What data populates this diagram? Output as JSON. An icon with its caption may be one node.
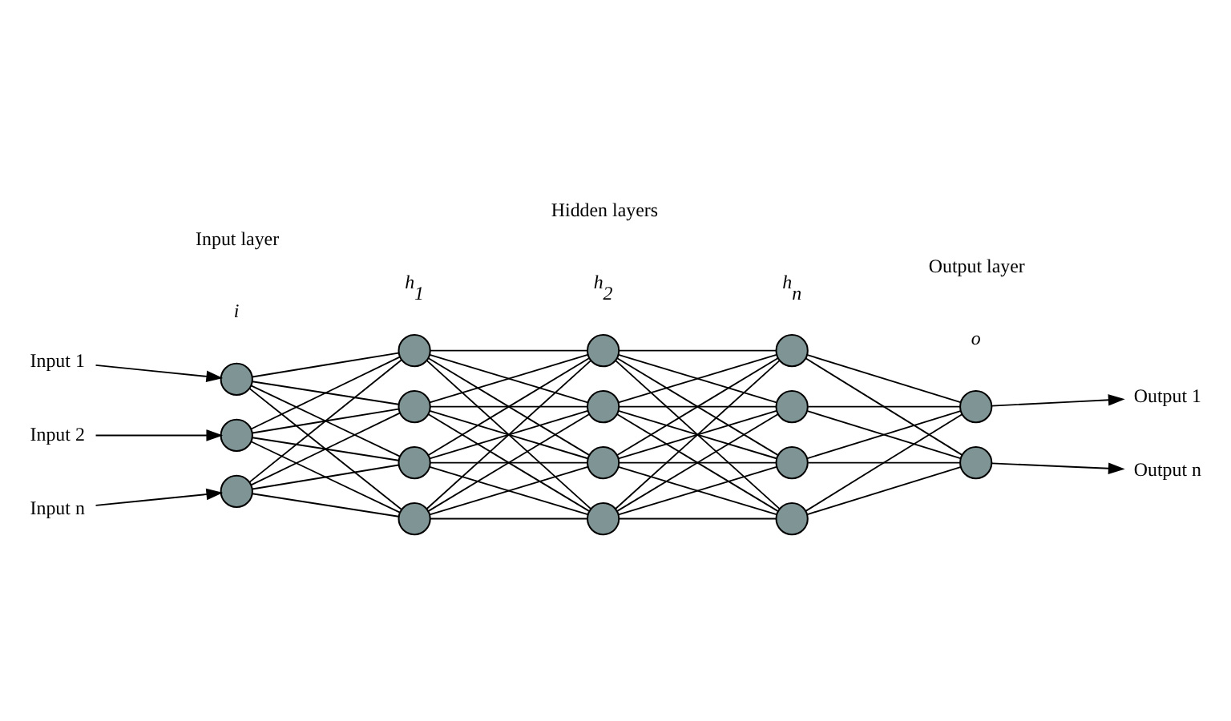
{
  "diagram": {
    "nodes": [
      {
        "text": [
          "Input 1"
        ]
      },
      {
        "text": [
          "Input 2"
        ]
      },
      {
        "text": [
          "Input n"
        ]
      },
      {
        "text": [],
        "shape": "circle"
      },
      {
        "text": [],
        "shape": "circle"
      },
      {
        "text": [],
        "shape": "circle"
      },
      {
        "text": [],
        "shape": "circle"
      },
      {
        "text": [],
        "shape": "circle"
      },
      {
        "text": [],
        "shape": "circle"
      },
      {
        "text": [],
        "shape": "circle"
      },
      {
        "text": [],
        "shape": "circle"
      },
      {
        "text": [],
        "shape": "circle"
      },
      {
        "text": [],
        "shape": "circle"
      },
      {
        "text": [],
        "shape": "circle"
      },
      {
        "text": [],
        "shape": "circle"
      },
      {
        "text": [],
        "shape": "circle"
      },
      {
        "text": [],
        "shape": "circle"
      },
      {
        "text": [],
        "shape": "circle"
      },
      {
        "text": [],
        "shape": "circle"
      },
      {
        "text": [],
        "shape": "circle"
      },
      {
        "text": [
          "Output 1"
        ]
      },
      {
        "text": [
          "Output n"
        ]
      }
    ],
    "edges": [
      {
        "from": 0,
        "to": 3,
        "arrow": "to"
      },
      {
        "from": 1,
        "to": 4,
        "arrow": "to"
      },
      {
        "from": 2,
        "to": 5,
        "arrow": "to"
      },
      {
        "from": 3,
        "to": 6,
        "arrow": "none"
      },
      {
        "from": 3,
        "to": 7,
        "arrow": "none"
      },
      {
        "from": 3,
        "to": 8,
        "arrow": "none"
      },
      {
        "from": 3,
        "to": 9,
        "arrow": "none"
      },
      {
        "from": 4,
        "to": 6,
        "arrow": "none"
      },
      {
        "from": 4,
        "to": 7,
        "arrow": "none"
      },
      {
        "from": 4,
        "to": 8,
        "arrow": "none"
      },
      {
        "from": 4,
        "to": 9,
        "arrow": "none"
      },
      {
        "from": 5,
        "to": 6,
        "arrow": "none"
      },
      {
        "from": 5,
        "to": 7,
        "arrow": "none"
      },
      {
        "from": 5,
        "to": 8,
        "arrow": "none"
      },
      {
        "from": 5,
        "to": 9,
        "arrow": "none"
      },
      {
        "from": 6,
        "to": 10,
        "arrow": "none"
      },
      {
        "from": 6,
        "to": 11,
        "arrow": "none"
      },
      {
        "from": 6,
        "to": 12,
        "arrow": "none"
      },
      {
        "from": 6,
        "to": 13,
        "arrow": "none"
      },
      {
        "from": 7,
        "to": 10,
        "arrow": "none"
      },
      {
        "from": 7,
        "to": 11,
        "arrow": "none"
      },
      {
        "from": 7,
        "to": 12,
        "arrow": "none"
      },
      {
        "from": 7,
        "to": 13,
        "arrow": "none"
      },
      {
        "from": 8,
        "to": 10,
        "arrow": "none"
      },
      {
        "from": 8,
        "to": 11,
        "arrow": "none"
      },
      {
        "from": 8,
        "to": 12,
        "arrow": "none"
      },
      {
        "from": 8,
        "to": 13,
        "arrow": "none"
      },
      {
        "from": 9,
        "to": 10,
        "arrow": "none"
      },
      {
        "from": 9,
        "to": 11,
        "arrow": "none"
      },
      {
        "from": 9,
        "to": 12,
        "arrow": "none"
      },
      {
        "from": 9,
        "to": 13,
        "arrow": "none"
      },
      {
        "from": 10,
        "to": 14,
        "arrow": "none"
      },
      {
        "from": 10,
        "to": 15,
        "arrow": "none"
      },
      {
        "from": 10,
        "to": 16,
        "arrow": "none"
      },
      {
        "from": 10,
        "to": 17,
        "arrow": "none"
      },
      {
        "from": 11,
        "to": 14,
        "arrow": "none"
      },
      {
        "from": 11,
        "to": 15,
        "arrow": "none"
      },
      {
        "from": 11,
        "to": 16,
        "arrow": "none"
      },
      {
        "from": 11,
        "to": 17,
        "arrow": "none"
      },
      {
        "from": 12,
        "to": 14,
        "arrow": "none"
      },
      {
        "from": 12,
        "to": 15,
        "arrow": "none"
      },
      {
        "from": 12,
        "to": 16,
        "arrow": "none"
      },
      {
        "from": 12,
        "to": 17,
        "arrow": "none"
      },
      {
        "from": 13,
        "to": 14,
        "arrow": "none"
      },
      {
        "from": 13,
        "to": 15,
        "arrow": "none"
      },
      {
        "from": 13,
        "to": 16,
        "arrow": "none"
      },
      {
        "from": 13,
        "to": 17,
        "arrow": "none"
      },
      {
        "from": 14,
        "to": 18,
        "arrow": "none"
      },
      {
        "from": 14,
        "to": 19,
        "arrow": "none"
      },
      {
        "from": 15,
        "to": 18,
        "arrow": "none"
      },
      {
        "from": 15,
        "to": 19,
        "arrow": "none"
      },
      {
        "from": 16,
        "to": 18,
        "arrow": "none"
      },
      {
        "from": 16,
        "to": 19,
        "arrow": "none"
      },
      {
        "from": 17,
        "to": 18,
        "arrow": "none"
      },
      {
        "from": 17,
        "to": 19,
        "arrow": "none"
      },
      {
        "from": 18,
        "to": 20,
        "arrow": "to"
      },
      {
        "from": 19,
        "to": 21,
        "arrow": "to"
      }
    ],
    "labels": [
      "Input layer",
      "Hidden layers",
      "Output layer",
      "i",
      "h$_{1}$",
      "h$_{2}$",
      "h$_{n}$",
      "o"
    ]
  }
}
